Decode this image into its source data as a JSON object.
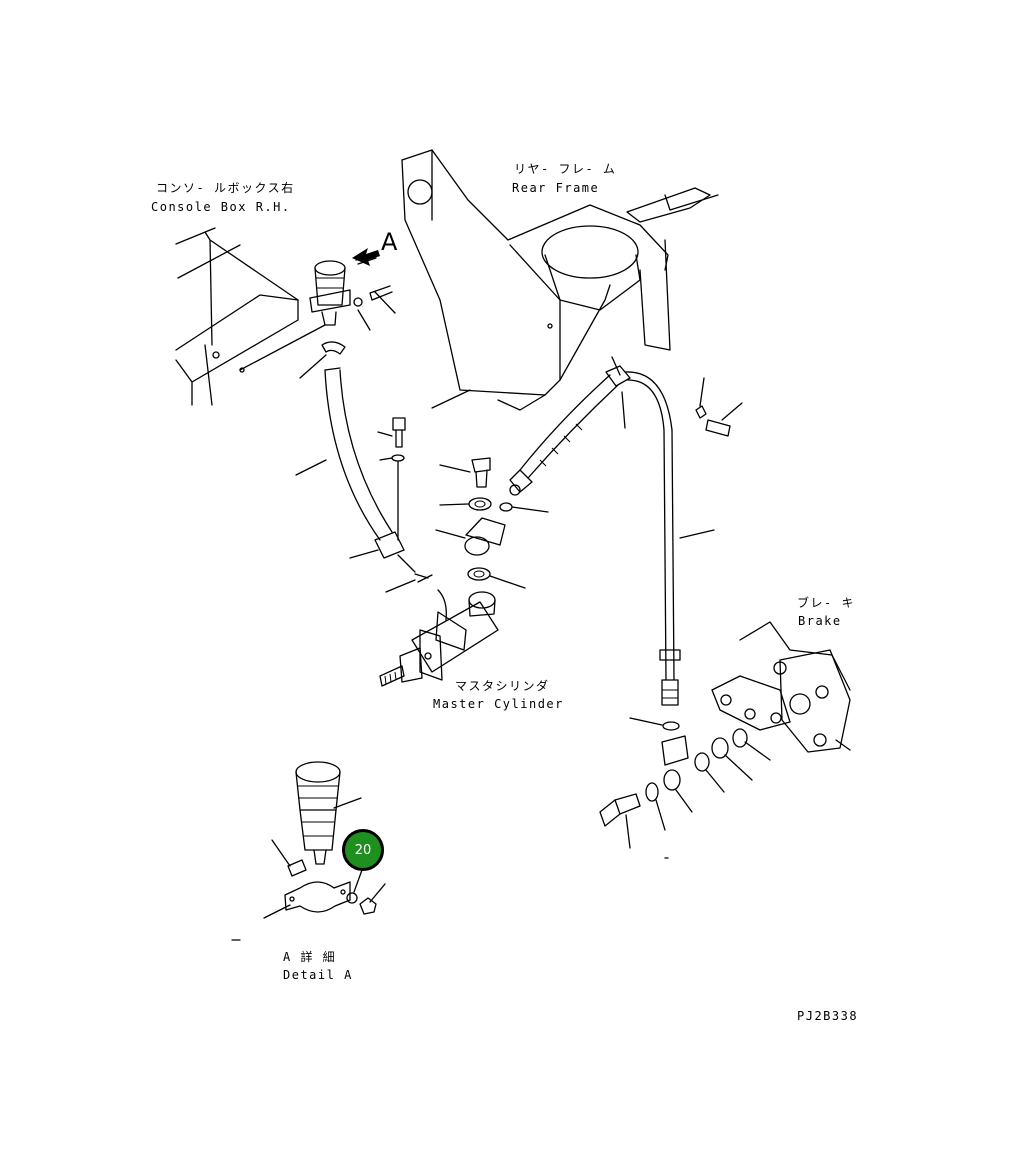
{
  "labels": {
    "console_box_jp": "コンソ- ルボックス右",
    "console_box_en": "Console Box R.H.",
    "rear_frame_jp": "リヤ- フレ- ム",
    "rear_frame_en": "Rear Frame",
    "brake_jp": "ブレ- キ",
    "brake_en": "Brake",
    "master_cylinder_jp": "マスタシリンダ",
    "master_cylinder_en": "Master Cylinder",
    "detail_a_jp": "A 詳 細",
    "detail_a_en": "Detail A",
    "view_marker": "A",
    "drawing_number": "PJ2B338"
  },
  "callout": {
    "number": "20",
    "color": "#1f8f1f"
  },
  "icons": {
    "view_arrow": "double-arrow-icon"
  }
}
